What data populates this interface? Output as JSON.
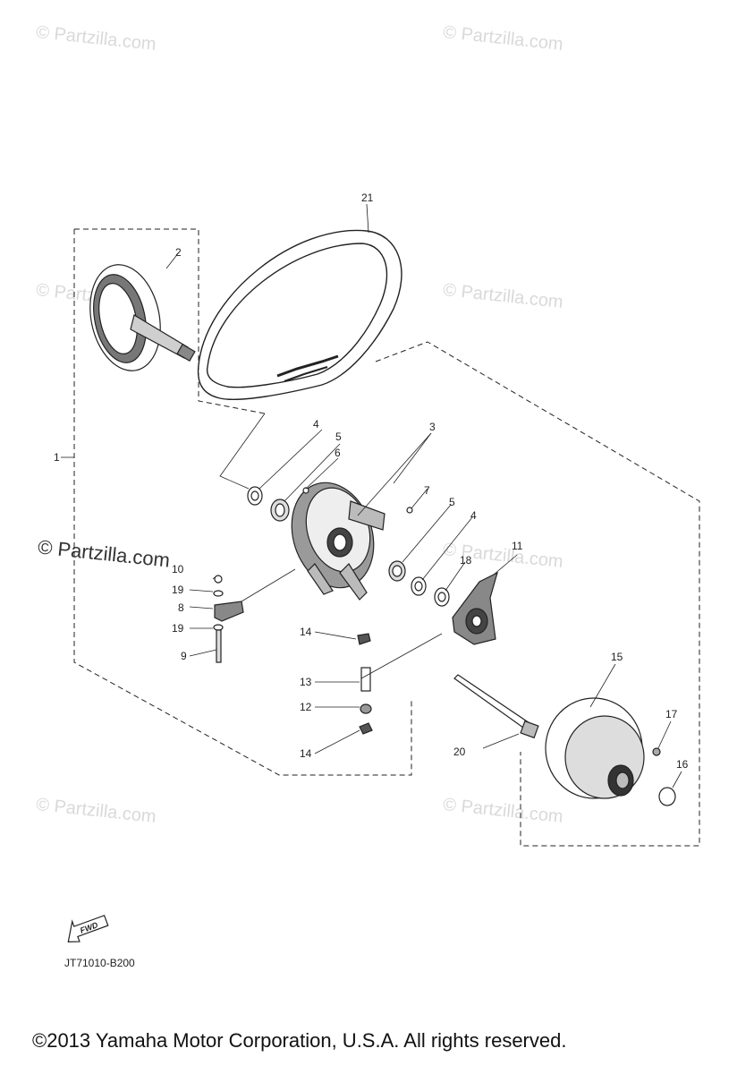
{
  "watermarks": {
    "text": "© Partzilla.com",
    "strong_text": "© Partzilla.com"
  },
  "callouts": {
    "c1": "1",
    "c2": "2",
    "c3": "3",
    "c4a": "4",
    "c4b": "4",
    "c5a": "5",
    "c5b": "5",
    "c6": "6",
    "c7": "7",
    "c8": "8",
    "c9": "9",
    "c10": "10",
    "c11": "11",
    "c12": "12",
    "c13": "13",
    "c14a": "14",
    "c14b": "14",
    "c15": "15",
    "c16": "16",
    "c17": "17",
    "c18": "18",
    "c19a": "19",
    "c19b": "19",
    "c20": "20",
    "c21": "21"
  },
  "fwd_label": "FWD",
  "diagram_code": "JT71010-B200",
  "copyright": "©2013 Yamaha Motor Corporation, U.S.A. All rights reserved."
}
